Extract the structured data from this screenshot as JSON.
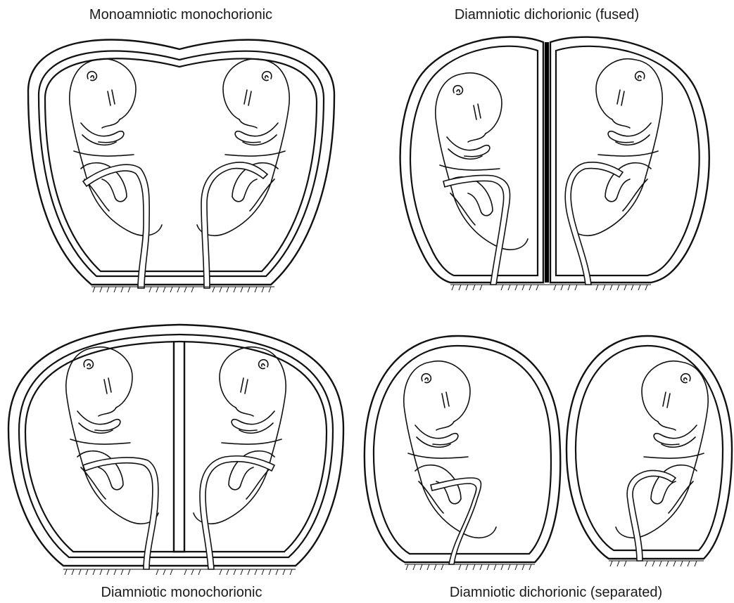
{
  "panels": {
    "top_left": {
      "label": "Monoamniotic monochorionic"
    },
    "top_right": {
      "label": "Diamniotic dichorionic (fused)"
    },
    "bottom_left": {
      "label": "Diamniotic monochorionic"
    },
    "bottom_right": {
      "label": "Diamniotic dichorionic (separated)"
    }
  }
}
